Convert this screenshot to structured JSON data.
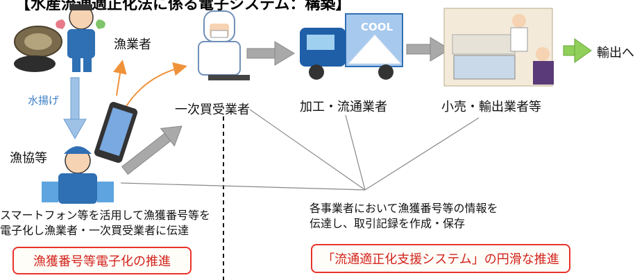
{
  "title": "【水産流通適正化法に係る電子システム：構築】",
  "actors": {
    "fisher": "漁業者",
    "primary_buyer": "一次買受業者",
    "processor": "加工・流通業者",
    "retailer": "小売・輸出業者等",
    "export": "輸出へ",
    "coop": "漁協等"
  },
  "flows": {
    "landing": "水揚げ"
  },
  "truck_text": "COOL",
  "notes": {
    "left_line1": "スマートフォン等を活用して漁獲番号等を",
    "left_line2": "電子化し漁業者・一次買受業者に伝達",
    "right_line1": "各事業者において漁獲番号等の情報を",
    "right_line2": "伝達し、取引記録を作成・保存"
  },
  "boxes": {
    "left": "漁獲番号等電子化の推進",
    "right": "「流通適正化支援システム」の円滑な推進"
  },
  "colors": {
    "accent_red": "#e8322a",
    "arrow_gray": "#a9a9a9",
    "arrow_blue": "#9ec1e6",
    "arrow_orange": "#f0923a",
    "arrow_green": "#8fcf5a"
  }
}
